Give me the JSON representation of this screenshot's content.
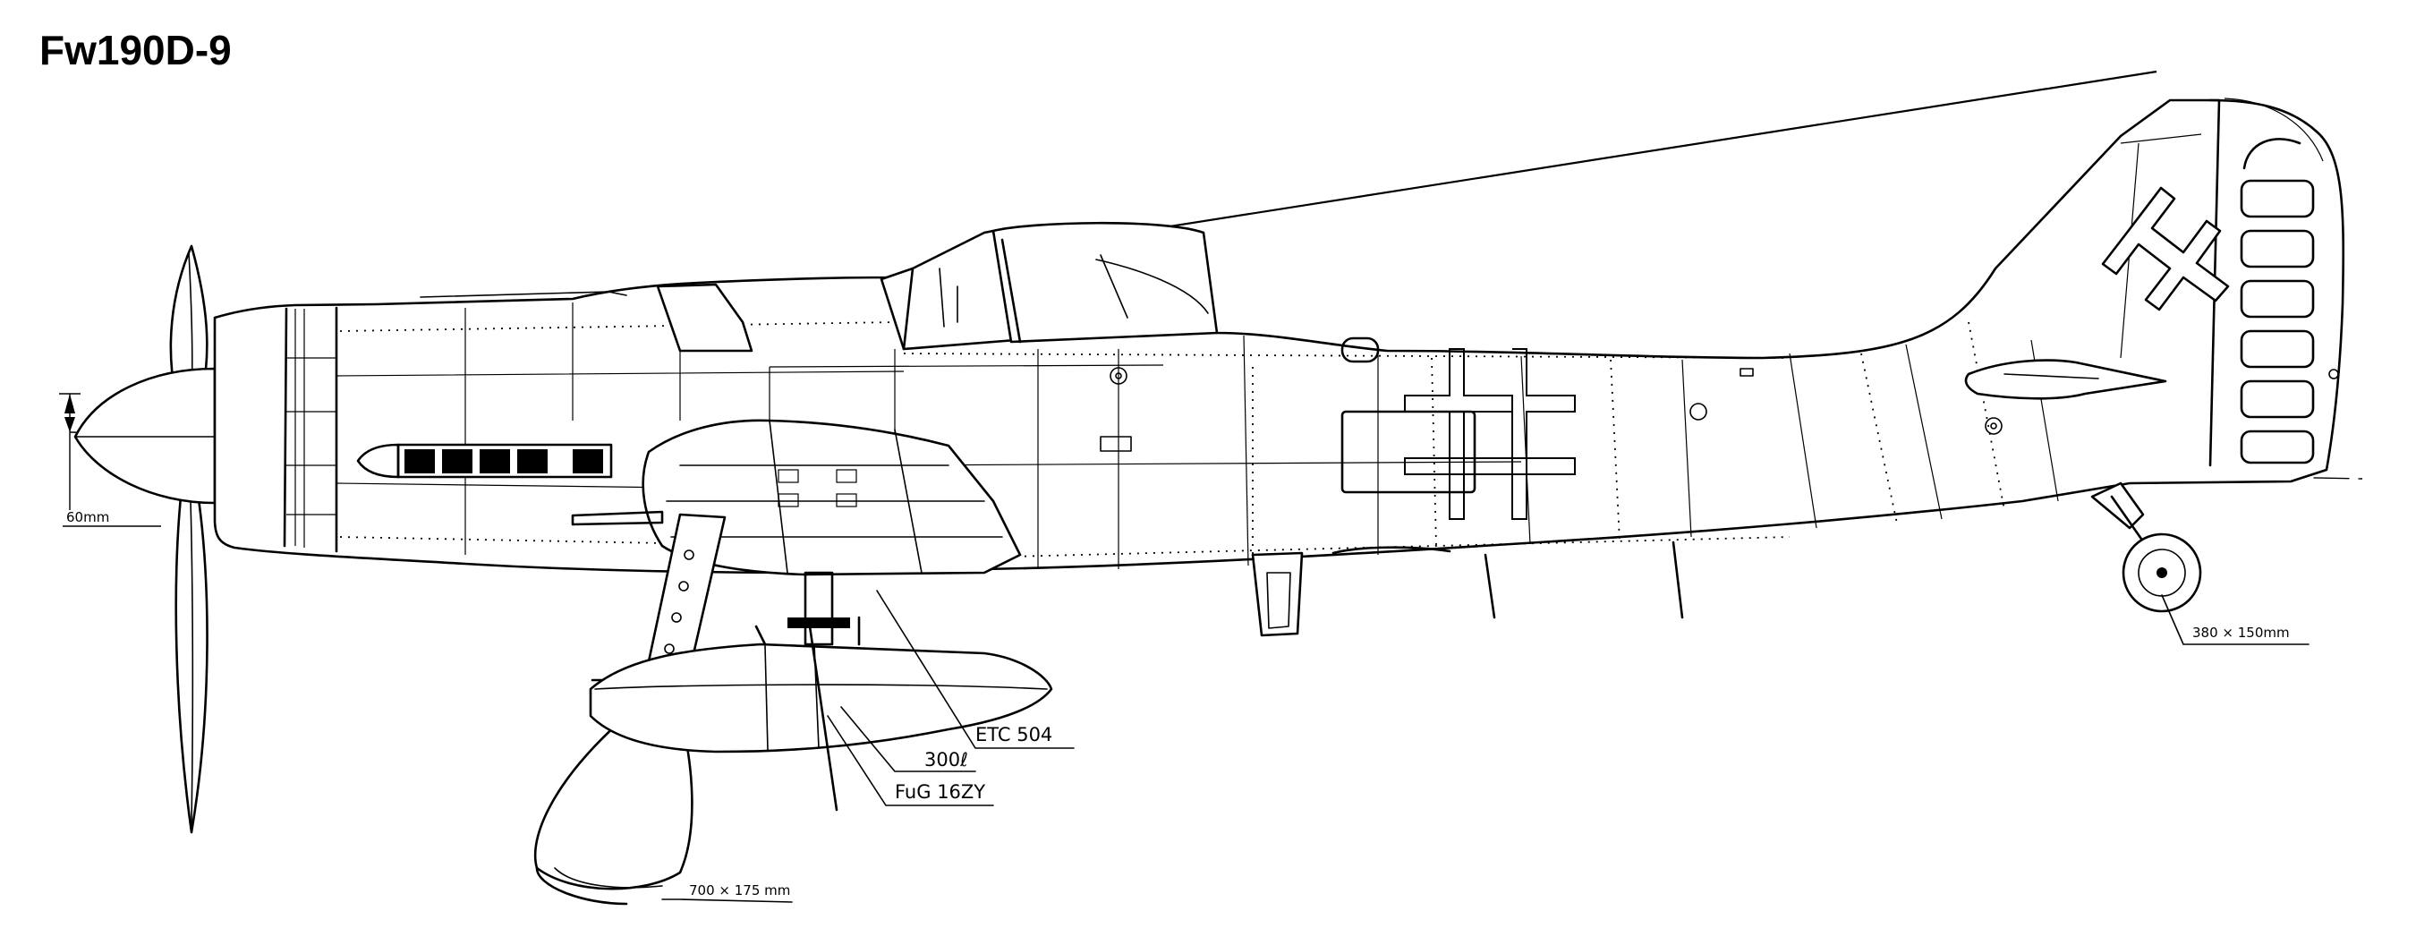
{
  "title": "Fw190D-9",
  "annotations": {
    "datum_offset": "60mm",
    "tail_wheel_size": "380 × 150mm",
    "main_wheel_size": "700 × 175 mm",
    "bomb_rack": "ETC 504",
    "drop_tank": "300ℓ",
    "radio_antenna": "FuG 16ZY"
  },
  "colors": {
    "ink": "#000000",
    "paper": "#ffffff"
  }
}
